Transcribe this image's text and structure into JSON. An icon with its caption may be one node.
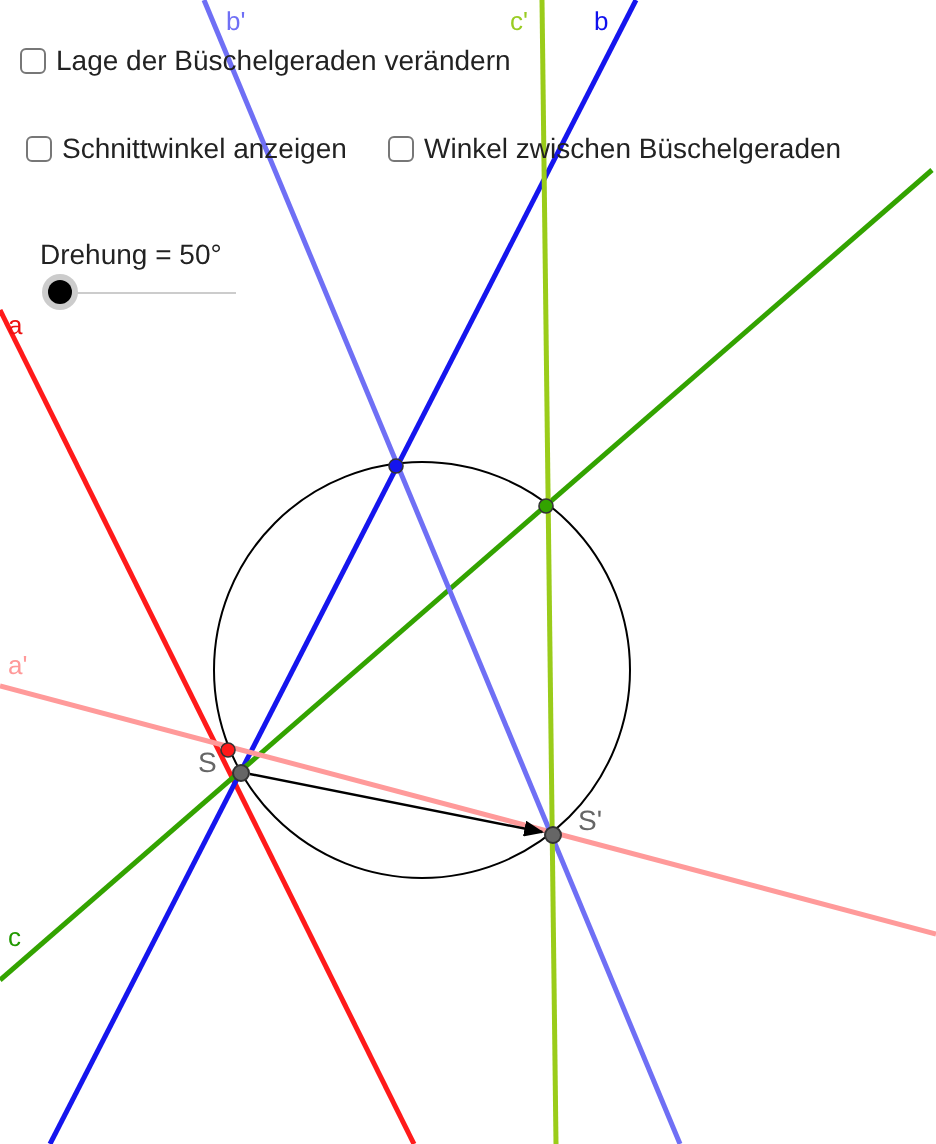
{
  "diagram": {
    "nodes": [
      {
        "text": [],
        "shape": "circle",
        "beside": [
          "S"
        ]
      },
      {
        "text": [],
        "shape": "circle",
        "beside": [
          "S'"
        ]
      }
    ],
    "edges": [
      {
        "from": 0,
        "to": 1,
        "arrow": "to"
      }
    ],
    "labels": [
      "b'",
      "c'",
      "b",
      "Lage der Büschelgeraden verändern",
      "Schnittwinkel anzeigen",
      "Winkel zwischen Büschelgeraden",
      "Drehung = 50°",
      "a",
      "a'",
      "c"
    ]
  }
}
